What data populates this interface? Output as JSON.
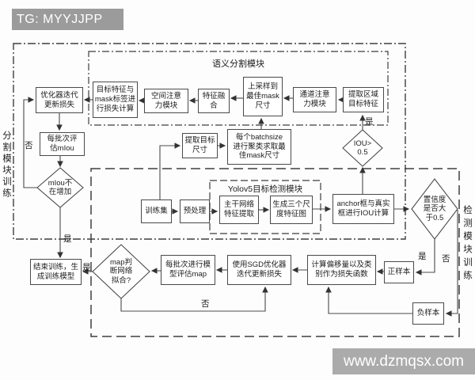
{
  "header": {
    "tag_label": "TG: MYYJJPP"
  },
  "watermark": {
    "text": "www.dzmqsx.com"
  },
  "containers": {
    "segmentation_training": {
      "label": "分割模块训练"
    },
    "semantic_module": {
      "label": "语义分割模块"
    },
    "detection_training": {
      "label": "检测模块训练"
    },
    "yolov5_module": {
      "label": "Yolov5目标检测模块"
    }
  },
  "nodes": {
    "optimizer": "优化器迭代\n更新损失",
    "target_mask_loss": "目标特征与\nmask标签进\n行损失计算",
    "spatial_attention": "空间注意\n力模块",
    "feature_fusion": "特征融\n合",
    "upsample_mask": "上采样到\n最佳mask\n尺寸",
    "channel_attention": "通道注意\n力模块",
    "extract_region": "提取区域\n目标特征",
    "batch_miou_eval": "每批次评\n估mIou",
    "extract_target_size": "提取目标\n尺寸",
    "batchsize_cluster": "每个batchsize\n进行聚类求取最\n佳mask尺寸",
    "train_set": "训练集",
    "preprocess": "预处理",
    "backbone": "主干网络\n特征提取",
    "three_scale": "生成三个尺\n度特征图",
    "anchor_iou": "anchor框与真实\n框进行IOU计算",
    "end_training": "结束训练，生\n成训练模型",
    "batch_map_eval": "每批次进行模\n型评估map",
    "sgd_update": "使用SGD优化器\n迭代更新损失",
    "offset_loss": "计算偏移量以及类\n别作为损失函数",
    "positive_sample": "正样本",
    "negative_sample": "负样本"
  },
  "decisions": {
    "miou": "mIou不\n在增加",
    "iou": "IOU>\n0.5",
    "confidence": "置信度\n是否大\n于0.5",
    "map_fit": "map判\n断网络\n拟合?"
  },
  "edge_labels": {
    "no_miou": "否",
    "yes_miou": "是",
    "yes_iou": "是",
    "yes_map": "是",
    "no_map": "否",
    "yes_confidence": "是",
    "no_confidence": "否"
  }
}
